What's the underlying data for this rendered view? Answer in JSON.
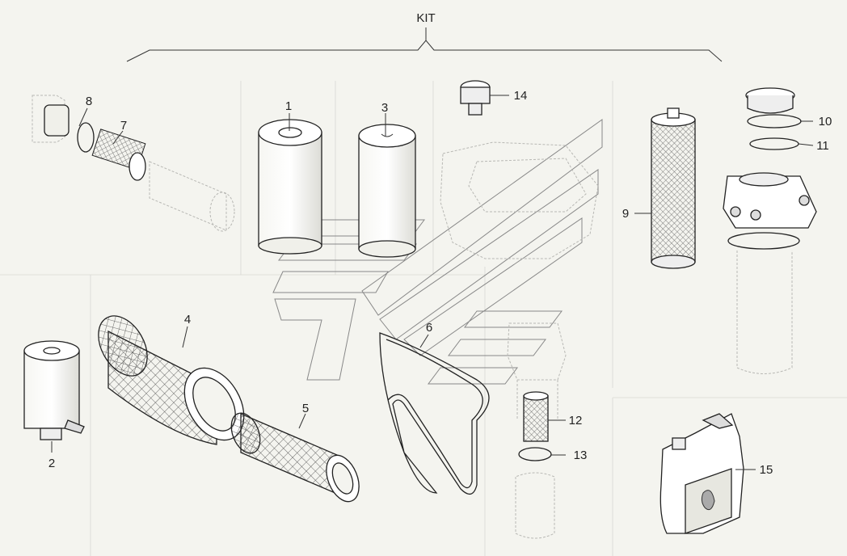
{
  "diagram": {
    "kit_label": "KIT",
    "callouts": [
      {
        "id": "c1",
        "text": "1"
      },
      {
        "id": "c2",
        "text": "2"
      },
      {
        "id": "c3",
        "text": "3"
      },
      {
        "id": "c4",
        "text": "4"
      },
      {
        "id": "c5",
        "text": "5"
      },
      {
        "id": "c6",
        "text": "6"
      },
      {
        "id": "c7",
        "text": "7"
      },
      {
        "id": "c8",
        "text": "8"
      },
      {
        "id": "c9",
        "text": "9"
      },
      {
        "id": "c10",
        "text": "10"
      },
      {
        "id": "c11",
        "text": "11"
      },
      {
        "id": "c12",
        "text": "12"
      },
      {
        "id": "c13",
        "text": "13"
      },
      {
        "id": "c14",
        "text": "14"
      },
      {
        "id": "c15",
        "text": "15"
      }
    ]
  }
}
